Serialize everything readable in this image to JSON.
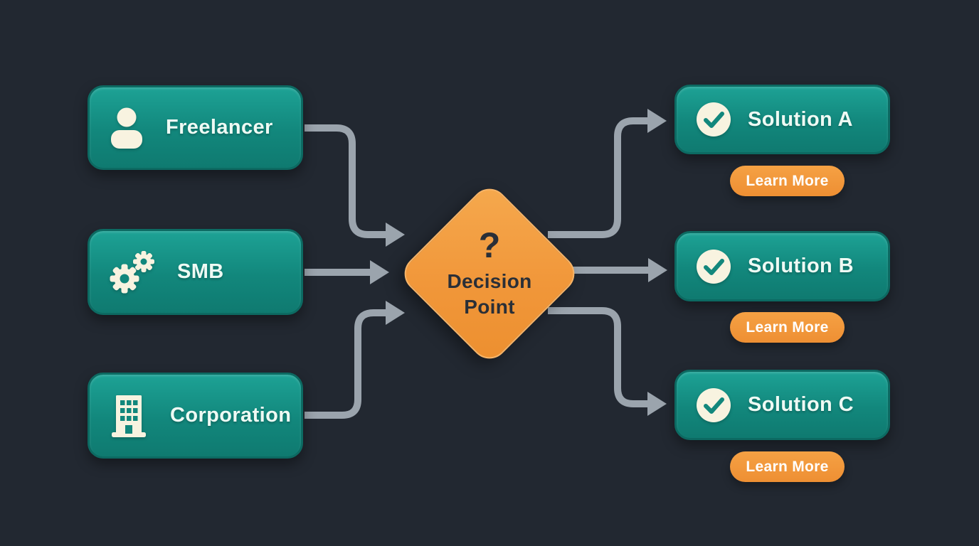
{
  "diagram": {
    "sources": [
      {
        "label": "Freelancer",
        "icon": "person-icon"
      },
      {
        "label": "SMB",
        "icon": "gears-icon"
      },
      {
        "label": "Corporation",
        "icon": "building-icon"
      }
    ],
    "decision": {
      "symbol": "?",
      "line1": "Decision",
      "line2": "Point"
    },
    "solutions": [
      {
        "label": "Solution A",
        "icon": "check-icon",
        "action_label": "Learn More"
      },
      {
        "label": "Solution B",
        "icon": "check-icon",
        "action_label": "Learn More"
      },
      {
        "label": "Solution C",
        "icon": "check-icon",
        "action_label": "Learn More"
      }
    ],
    "connections": [
      {
        "from": "Freelancer",
        "to": "Decision Point"
      },
      {
        "from": "SMB",
        "to": "Decision Point"
      },
      {
        "from": "Corporation",
        "to": "Decision Point"
      },
      {
        "from": "Decision Point",
        "to": "Solution A"
      },
      {
        "from": "Decision Point",
        "to": "Solution B"
      },
      {
        "from": "Decision Point",
        "to": "Solution C"
      }
    ],
    "colors": {
      "background": "#222831",
      "box_teal_light": "#1da295",
      "box_teal": "#12877c",
      "box_teal_dark": "#0f7a70",
      "box_teal_border": "#0c6a62",
      "arrow_gray": "#9ba4ad",
      "diamond_light": "#f5a94e",
      "diamond_orange": "#f1973a",
      "diamond_dark": "#ec8f2f",
      "diamond_edge": "#f6b468",
      "button_orange_light": "#f5a144",
      "button_orange": "#ee8f33",
      "icon_cream": "#f8f3e0",
      "text_light": "#eefaf4",
      "text_dark": "#2a2f37"
    }
  }
}
